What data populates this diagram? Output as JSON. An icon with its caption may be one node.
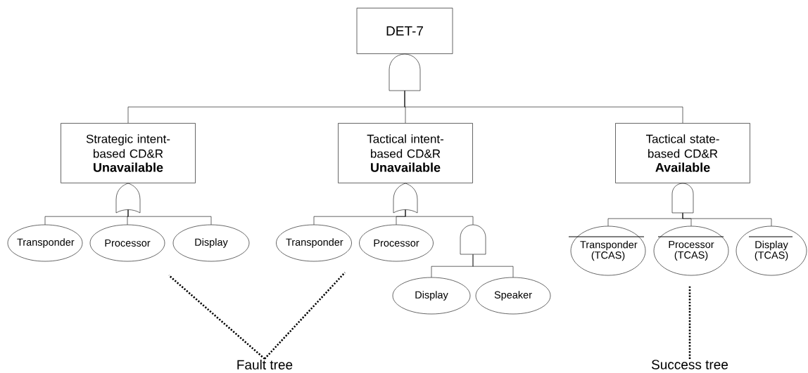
{
  "diagram": {
    "nodes": [
      {
        "text": [
          "DET-7"
        ]
      },
      {
        "text": [],
        "shape": "and-gate"
      },
      {
        "text": [
          "Strategic intent-based CD&R",
          "Unavailable"
        ]
      },
      {
        "text": [],
        "shape": "or-gate"
      },
      {
        "text": [
          "Tactical intent-based CD&R",
          "Unavailable"
        ]
      },
      {
        "text": [],
        "shape": "or-gate"
      },
      {
        "text": [
          "Tactical state-based CD&R",
          "Available"
        ]
      },
      {
        "text": [],
        "shape": "and-gate"
      },
      {
        "text": [
          "Transponder"
        ]
      },
      {
        "text": [
          "Processor"
        ]
      },
      {
        "text": [
          "Display"
        ]
      },
      {
        "text": [
          "Transponder"
        ]
      },
      {
        "text": [
          "Processor"
        ]
      },
      {
        "text": [],
        "shape": "and-gate"
      },
      {
        "text": [
          "Display"
        ]
      },
      {
        "text": [
          "Speaker"
        ]
      },
      {
        "text": [
          "Transponder (TCAS)"
        ]
      },
      {
        "text": [
          "Processor (TCAS)"
        ]
      },
      {
        "text": [
          "Display (TCAS)"
        ]
      },
      {
        "text": [
          "Fault tree"
        ]
      },
      {
        "text": [
          "Success tree"
        ]
      }
    ],
    "edges": [
      {
        "from": 1,
        "to": 2,
        "arrow": "none"
      },
      {
        "from": 1,
        "to": 4,
        "arrow": "none"
      },
      {
        "from": 1,
        "to": 6,
        "arrow": "none"
      },
      {
        "from": 3,
        "to": 8,
        "arrow": "none"
      },
      {
        "from": 3,
        "to": 9,
        "arrow": "none"
      },
      {
        "from": 3,
        "to": 10,
        "arrow": "none"
      },
      {
        "from": 5,
        "to": 11,
        "arrow": "none"
      },
      {
        "from": 5,
        "to": 12,
        "arrow": "none"
      },
      {
        "from": 5,
        "to": 13,
        "arrow": "none"
      },
      {
        "from": 13,
        "to": 14,
        "arrow": "none"
      },
      {
        "from": 13,
        "to": 15,
        "arrow": "none"
      },
      {
        "from": 7,
        "to": 16,
        "arrow": "none"
      },
      {
        "from": 7,
        "to": 17,
        "arrow": "none"
      },
      {
        "from": 7,
        "to": 18,
        "arrow": "none"
      },
      {
        "from": 19,
        "to": null,
        "arrow": "none",
        "style": "dashed"
      },
      {
        "from": 19,
        "to": null,
        "arrow": "none",
        "style": "dashed"
      },
      {
        "from": 20,
        "to": null,
        "arrow": "none",
        "style": "dashed"
      }
    ]
  }
}
